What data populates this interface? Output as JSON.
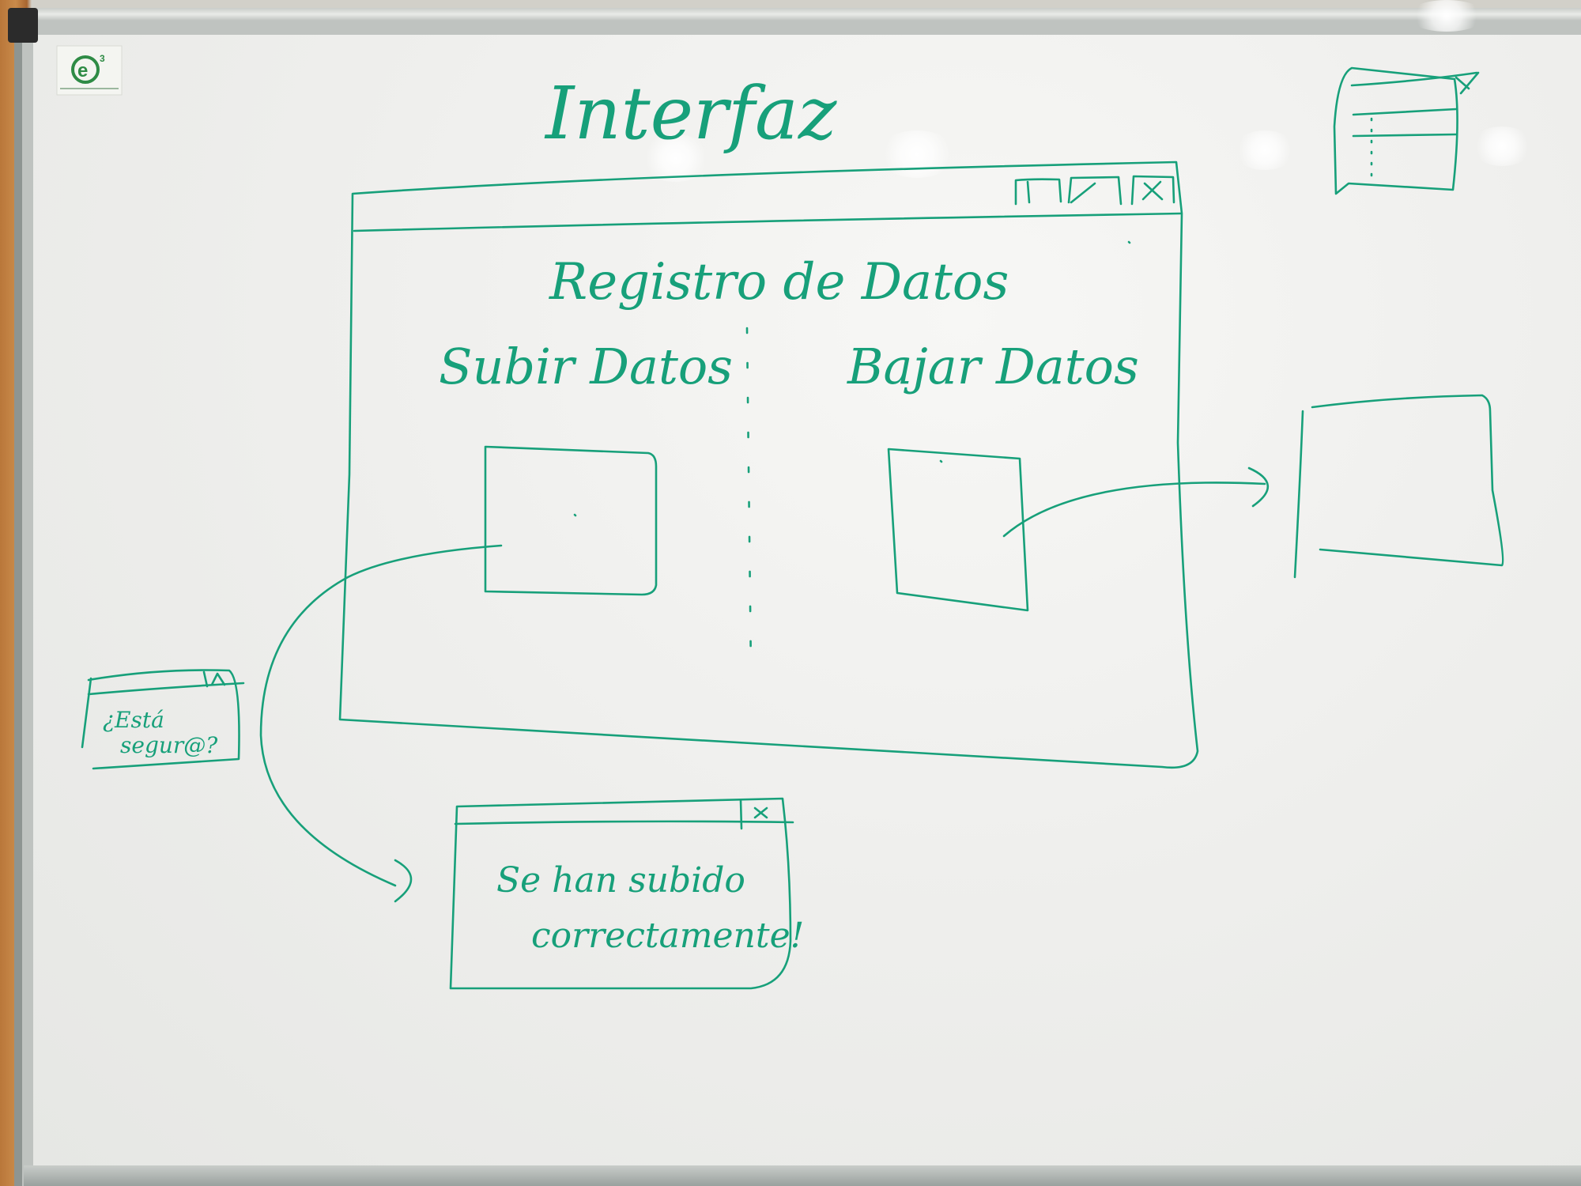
{
  "photo": {
    "subject": "whiteboard wireframe sketch",
    "ink_color": "#17a07a",
    "board_color": "#efefed"
  },
  "logo": {
    "mark": "e",
    "superscript": "3",
    "color": "#2e8b45"
  },
  "sketch": {
    "title": "Interfaz",
    "main_window": {
      "heading": "Registro de Datos",
      "left_label": "Subir Datos",
      "right_label": "Bajar Datos",
      "titlebar_icons": [
        "minimize-icon",
        "maximize-icon",
        "close-icon"
      ]
    },
    "confirm_dialog": {
      "text_line1": "¿Está",
      "text_line2": "segur@?"
    },
    "success_dialog": {
      "text_line1": "Se han subido",
      "text_line2": "correctamente!"
    }
  }
}
